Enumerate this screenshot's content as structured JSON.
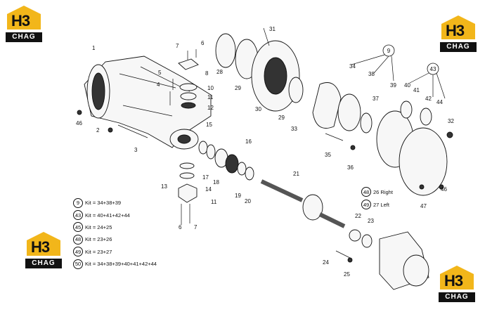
{
  "brand": {
    "mark": "H3",
    "word": "CHAG"
  },
  "part_numbers": [
    "1",
    "2",
    "3",
    "4",
    "5",
    "6",
    "7",
    "8",
    "10",
    "11",
    "12",
    "13",
    "14",
    "15",
    "16",
    "17",
    "18",
    "19",
    "20",
    "21",
    "22",
    "23",
    "24",
    "25",
    "28",
    "29",
    "30",
    "31",
    "32",
    "33",
    "34",
    "35",
    "36",
    "37",
    "38",
    "39",
    "40",
    "41",
    "42",
    "44",
    "46",
    "47"
  ],
  "callouts": {
    "group_a": "9",
    "group_b": "43"
  },
  "lower_labels": {
    "six": "6",
    "seven": "7",
    "eleven": "11",
    "forty_six_b": "46",
    "twenty_nine_b": "29"
  },
  "side_labels": [
    {
      "num": "48",
      "text": "26  Right"
    },
    {
      "num": "49",
      "text": "27  Left"
    }
  ],
  "kits": [
    {
      "num": "9",
      "text": "Kit = 34+38+39"
    },
    {
      "num": "43",
      "text": "Kit = 40+41+42+44"
    },
    {
      "num": "45",
      "text": "Kit = 24+25"
    },
    {
      "num": "48",
      "text": "Kit = 23+26"
    },
    {
      "num": "49",
      "text": "Kit = 23+27"
    },
    {
      "num": "50",
      "text": "Kit = 34+38+39+40+41+42+44"
    }
  ]
}
